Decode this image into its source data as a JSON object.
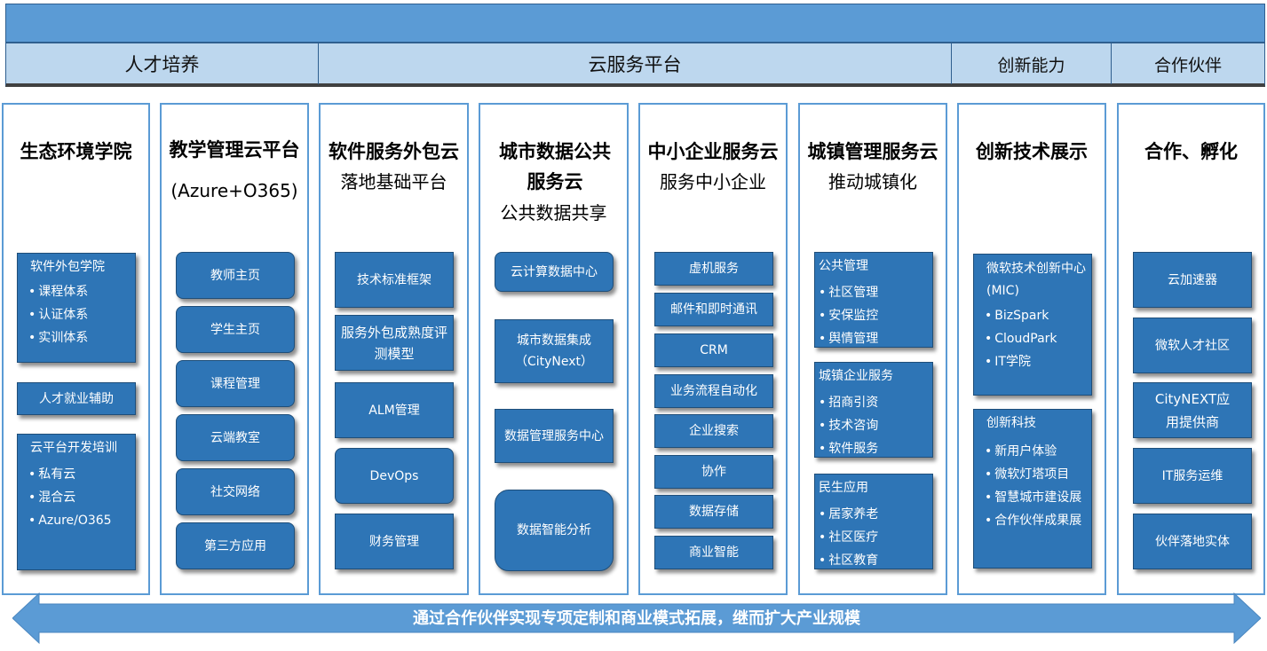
{
  "header": {
    "cells": [
      "人才培养",
      "云服务平台",
      "创新能力",
      "合作伙伴"
    ]
  },
  "columns": [
    {
      "title": "生态环境学院",
      "boxes": [
        {
          "title": "软件外包学院",
          "items": [
            "课程体系",
            "认证体系",
            "实训体系"
          ]
        },
        {
          "label": "人才就业辅助"
        },
        {
          "title": "云平台开发培训",
          "items": [
            "私有云",
            "混合云",
            "Azure/O365"
          ]
        }
      ]
    },
    {
      "title": "教学管理云平台",
      "subtitle": "(Azure+O365)",
      "boxes": [
        "教师主页",
        "学生主页",
        "课程管理",
        "云端教室",
        "社交网络",
        "第三方应用"
      ]
    },
    {
      "title": "软件服务外包云",
      "subtitle": "落地基础平台",
      "boxes": [
        "技术标准框架",
        "服务外包成熟度评测模型",
        "ALM管理",
        "DevOps",
        "财务管理"
      ]
    },
    {
      "title": "城市数据公共服务云",
      "subtitle": "公共数据共享",
      "boxes": [
        "云计算数据中心",
        "城市数据集成（CityNext）",
        "数据管理服务中心",
        "数据智能分析"
      ]
    },
    {
      "title": "中小企业服务云",
      "subtitle": "服务中小企业",
      "boxes": [
        "虚机服务",
        "邮件和即时通讯",
        "CRM",
        "业务流程自动化",
        "企业搜索",
        "协作",
        "数据存储",
        "商业智能"
      ]
    },
    {
      "title": "城镇管理服务云",
      "subtitle": "推动城镇化",
      "boxes": [
        {
          "title": "公共管理",
          "items": [
            "社区管理",
            "安保监控",
            "舆情管理"
          ]
        },
        {
          "title": "城镇企业服务",
          "items": [
            "招商引资",
            "技术咨询",
            "软件服务"
          ]
        },
        {
          "title": "民生应用",
          "items": [
            "居家养老",
            "社区医疗",
            "社区教育"
          ]
        }
      ]
    },
    {
      "title": "创新技术展示",
      "boxes": [
        {
          "title": "微软技术创新中心(MIC)",
          "items": [
            "BizSpark",
            "CloudPark",
            "IT学院"
          ]
        },
        {
          "title": "创新科技",
          "items": [
            "新用户体验",
            "微软灯塔项目",
            "智慧城市建设展",
            "合作伙伴成果展"
          ]
        }
      ]
    },
    {
      "title": "合作、孵化",
      "boxes": [
        "云加速器",
        "微软人才社区",
        "CityNEXT应用提供商",
        "IT服务运维",
        "伙伴落地实体"
      ]
    }
  ],
  "footer": {
    "arrow_text": "通过合作伙伴实现专项定制和商业模式拓展，继而扩大产业规模"
  },
  "colors": {
    "topbar": "#5b9bd5",
    "header_bg": "#bdd7ee",
    "box": "#2e75b6",
    "column_border": "#5b9bd5",
    "arrow": "#5b9bd5"
  }
}
